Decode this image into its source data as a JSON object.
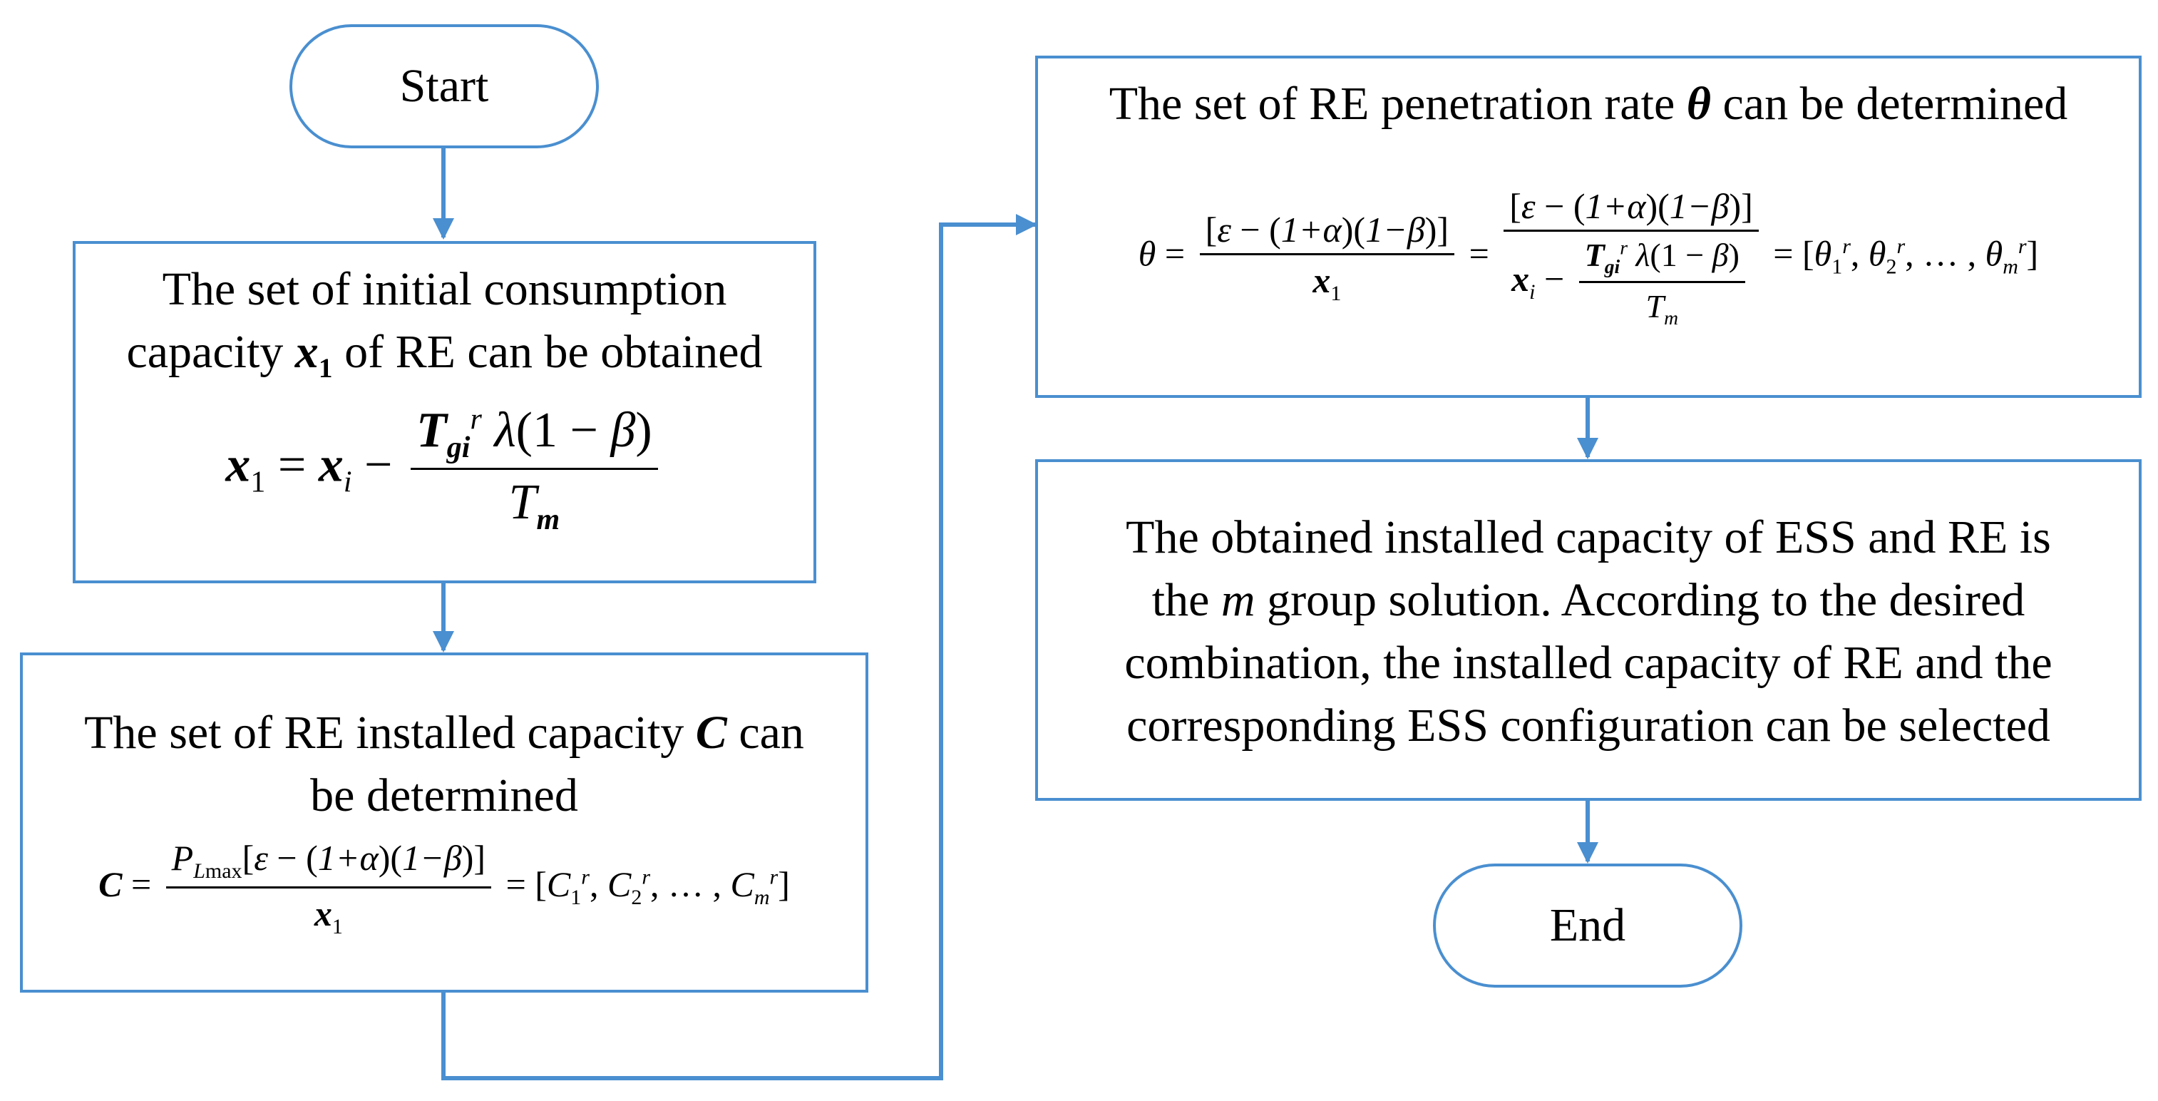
{
  "colors": {
    "accent": "#4a8fd0",
    "text": "#000000",
    "background": "#ffffff"
  },
  "nodes": {
    "start": {
      "label": "Start"
    },
    "step1": {
      "line1": "The set of initial consumption",
      "line2_pre": "capacity ",
      "var": "x",
      "var_sub": "1",
      "line2_post": " of RE can be obtained"
    },
    "step2": {
      "line1_pre": "The set of RE installed capacity ",
      "var": "C",
      "line1_post": " can",
      "line2": "be determined"
    },
    "step3": {
      "line1_pre": "The set of RE penetration rate ",
      "var": "θ",
      "line1_post": " can be determined"
    },
    "step4": {
      "line1": "The obtained installed capacity of ESS and RE is",
      "line2_pre": "the ",
      "var": "m",
      "line2_post": " group solution. According to the desired",
      "line3": "combination, the installed capacity of RE and the",
      "line4": "corresponding ESS configuration can be selected"
    },
    "end": {
      "label": "End"
    }
  }
}
